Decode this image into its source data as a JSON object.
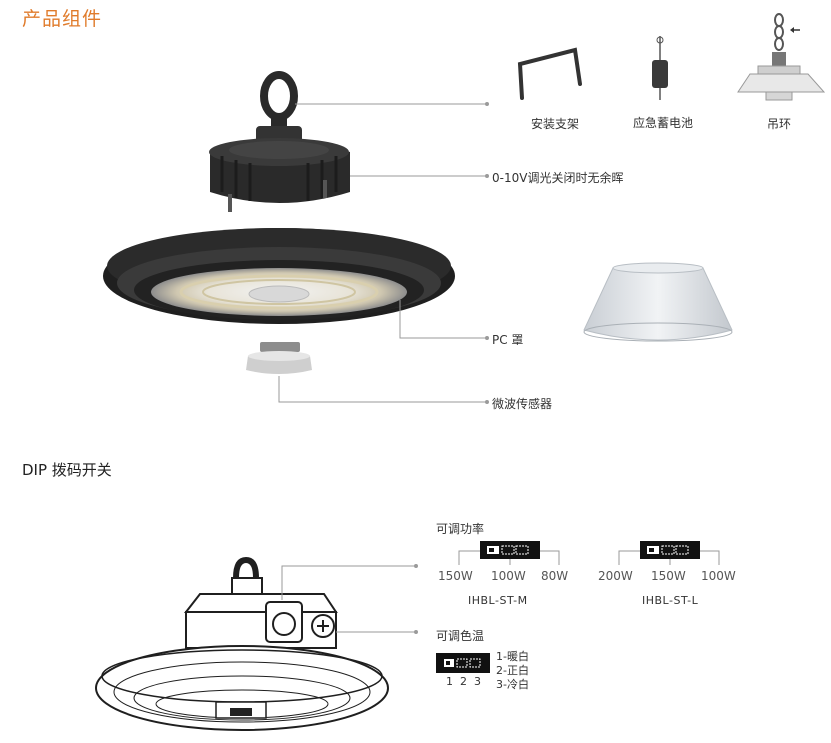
{
  "section_components": {
    "title": "产品组件",
    "callouts": [
      {
        "label": "0-10V调光关闭时无余晖"
      },
      {
        "label": "PC 罩"
      },
      {
        "label": "微波传感器"
      }
    ],
    "accessories": [
      {
        "label": "安装支架",
        "icon": "mounting-bracket-icon"
      },
      {
        "label": "应急蓄电池",
        "icon": "emergency-battery-icon"
      },
      {
        "label": "吊环",
        "icon": "hanging-ring-icon"
      }
    ]
  },
  "section_dip": {
    "title": "DIP 拨码开关",
    "power": {
      "title": "可调功率",
      "models": [
        {
          "watts": [
            "150W",
            "100W",
            "80W"
          ],
          "model": "IHBL-ST-M"
        },
        {
          "watts": [
            "200W",
            "150W",
            "100W"
          ],
          "model": "IHBL-ST-L"
        }
      ]
    },
    "color_temp": {
      "title": "可调色温",
      "positions": [
        "1",
        "2",
        "3"
      ],
      "options": [
        "1-暖白",
        "2-正白",
        "3-冷白"
      ]
    }
  },
  "colors": {
    "accent": "#e07b2b",
    "line": "#9a9a9a",
    "body": "#2a2a2a"
  }
}
